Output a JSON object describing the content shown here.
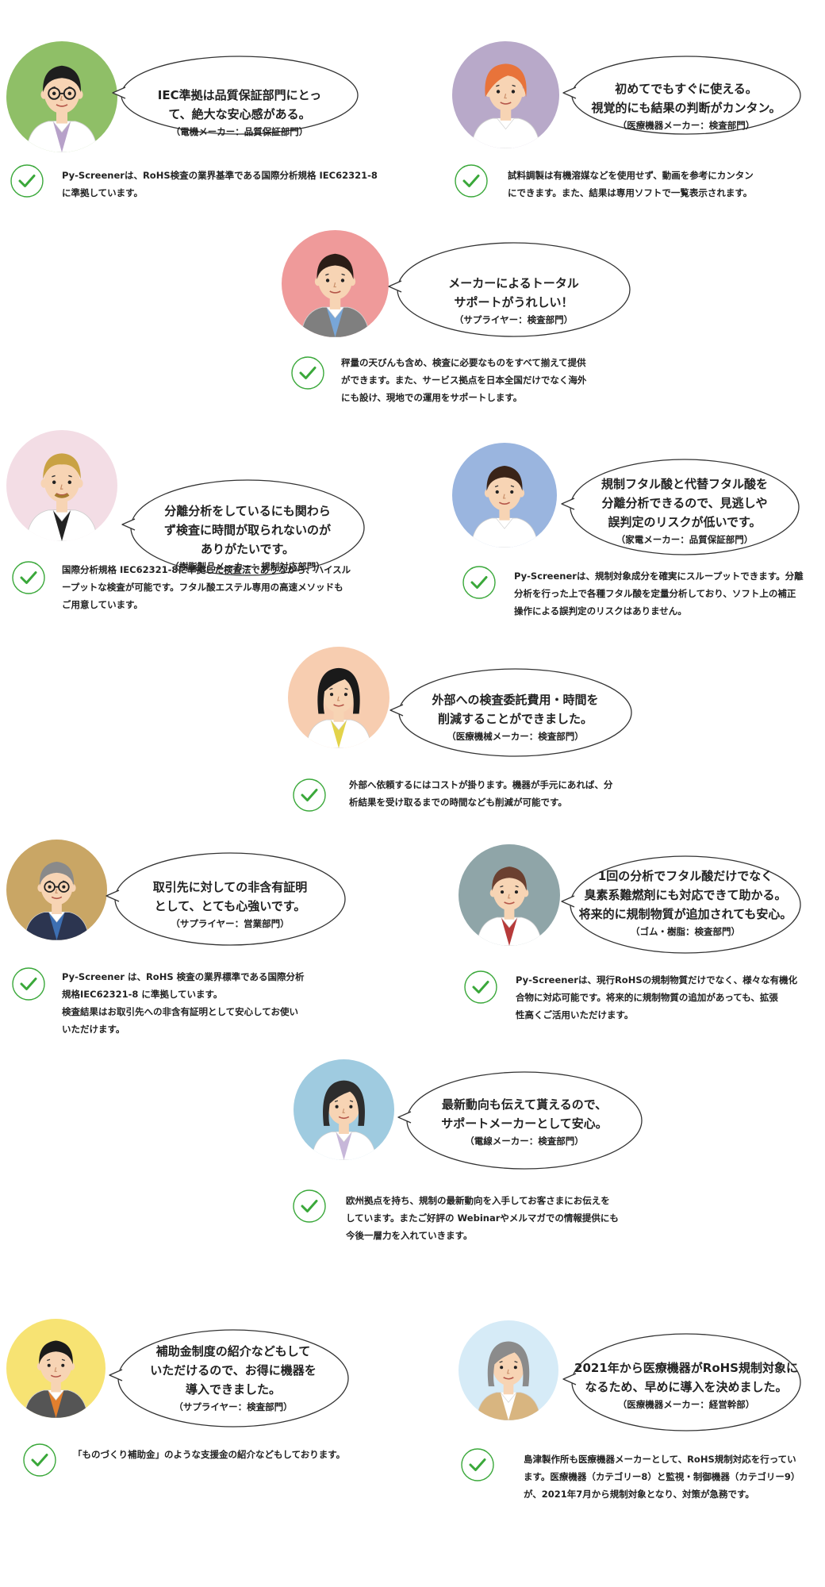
{
  "colors": {
    "check_green": "#3aa83a",
    "bubble_stroke": "#333333"
  },
  "testimonials": [
    {
      "bg": "#8fbf67",
      "quote": [
        "IEC準拠は品質保証部門にとっ",
        "て、絶大な安心感がある。"
      ],
      "source": "（電機メーカー：品質保証部門）",
      "desc": [
        "Py-Screenerは、RoHS検査の業界基準である国際分析規格 IEC62321-8",
        "に準拠しています。"
      ]
    },
    {
      "bg": "#b8a9c9",
      "quote": [
        "初めてでもすぐに使える。",
        "視覚的にも結果の判断がカンタン。"
      ],
      "source": "（医療機器メーカー：検査部門）",
      "desc": [
        "試料調製は有機溶媒などを使用せず、動画を参考にカンタン",
        "にできます。また、結果は専用ソフトで一覧表示されます。"
      ]
    },
    {
      "bg": "#ef9a9a",
      "quote": [
        "メーカーによるトータル",
        "サポートがうれしい！"
      ],
      "source": "（サプライヤー：検査部門）",
      "desc": [
        "秤量の天びんも含め、検査に必要なものをすべて揃えて提供",
        "ができます。また、サービス拠点を日本全国だけでなく海外",
        "にも設け、現地での運用をサポートします。"
      ]
    },
    {
      "bg": "#f3dde5",
      "quote": [
        "分離分析をしているにも関わら",
        "ず検査に時間が取られないのが",
        "ありがたいです。"
      ],
      "source": "（樹脂製品メーカー：規制対応部門）",
      "desc": [
        "国際分析規格 IEC62321-8に準拠した検査法でありながら、ハイスル",
        "ープットな検査が可能です。フタル酸エステル専用の高速メソッドも",
        "ご用意しています。"
      ]
    },
    {
      "bg": "#9ab5df",
      "quote": [
        "規制フタル酸と代替フタル酸を",
        "分離分析できるので、見逃しや",
        "誤判定のリスクが低いです。"
      ],
      "source": "（家電メーカー：品質保証部門）",
      "desc": [
        "Py-Screenerは、規制対象成分を確実にスループットできます。分離",
        "分析を行った上で各種フタル酸を定量分析しており、ソフト上の補正",
        "操作による誤判定のリスクはありません。"
      ]
    },
    {
      "bg": "#f7cdb0",
      "quote": [
        "外部への検査委託費用・時間を",
        "削減することができました。"
      ],
      "source": "（医療機械メーカー：検査部門）",
      "desc": [
        "外部へ依頼するにはコストが掛ります。機器が手元にあれば、分",
        "析結果を受け取るまでの時間なども削減が可能です。"
      ]
    },
    {
      "bg": "#c9a665",
      "quote": [
        "取引先に対しての非含有証明",
        "として、とても心強いです。"
      ],
      "source": "（サプライヤー：営業部門）",
      "desc": [
        "Py-Screener は、RoHS 検査の業界標準である国際分析",
        "規格IEC62321-8 に準拠しています。",
        "検査結果はお取引先への非含有証明として安心してお使い",
        "いただけます。"
      ]
    },
    {
      "bg": "#8fa5a8",
      "quote": [
        "1回の分析でフタル酸だけでなく",
        "臭素系難燃剤にも対応できて助かる。",
        "将来的に規制物質が追加されても安心。"
      ],
      "source": "（ゴム・樹脂：検査部門）",
      "desc": [
        "Py-Screenerは、現行RoHSの規制物質だけでなく、様々な有機化",
        "合物に対応可能です。将来的に規制物質の追加があっても、拡張",
        "性高くご活用いただけます。"
      ]
    },
    {
      "bg": "#9fcbe0",
      "quote": [
        "最新動向も伝えて貰えるので、",
        "サポートメーカーとして安心。"
      ],
      "source": "（電線メーカー：検査部門）",
      "desc": [
        "欧州拠点を持ち、規制の最新動向を入手してお客さまにお伝えを",
        "しています。またご好評の Webinarやメルマガでの情報提供にも",
        "今後一層力を入れていきます。"
      ]
    },
    {
      "bg": "#f7e373",
      "quote": [
        "補助金制度の紹介などもして",
        "いただけるので、お得に機器を",
        "導入できました。"
      ],
      "source": "（サプライヤー：検査部門）",
      "desc": [
        "「ものづくり補助金」のような支援金の紹介などもしております。"
      ]
    },
    {
      "bg": "#d6ebf7",
      "quote": [
        "2021年から医療機器がRoHS規制対象に",
        "なるため、早めに導入を決めました。"
      ],
      "source": "（医療機器メーカー：経営幹部）",
      "desc": [
        "島津製作所も医療機器メーカーとして、RoHS規制対応を行ってい",
        "ます。医療機器（カテゴリー8）と監視・制御機器（カテゴリー9）",
        "が、2021年7月から規制対象となり、対策が急務です。"
      ]
    }
  ]
}
